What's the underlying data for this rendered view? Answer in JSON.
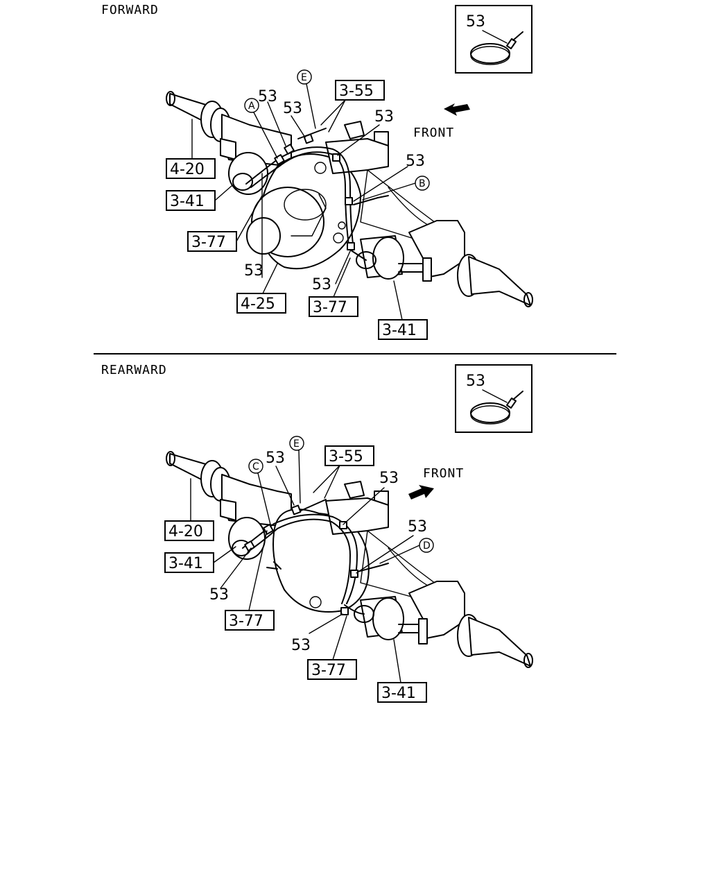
{
  "sections": [
    {
      "heading": "FORWARD",
      "inset_label": "53",
      "front_label": "FRONT",
      "ref_boxes": [
        "3-55",
        "4-20",
        "3-41",
        "3-77",
        "4-25",
        "3-77",
        "3-41"
      ],
      "part_labels": [
        "53",
        "53",
        "53",
        "53",
        "53",
        "53"
      ],
      "circle_labels": [
        "E",
        "A",
        "B"
      ]
    },
    {
      "heading": "REARWARD",
      "inset_label": "53",
      "front_label": "FRONT",
      "ref_boxes": [
        "3-55",
        "4-20",
        "3-41",
        "3-77",
        "3-77",
        "3-41"
      ],
      "part_labels": [
        "53",
        "53",
        "53",
        "53",
        "53"
      ],
      "circle_labels": [
        "E",
        "C",
        "D"
      ]
    }
  ]
}
